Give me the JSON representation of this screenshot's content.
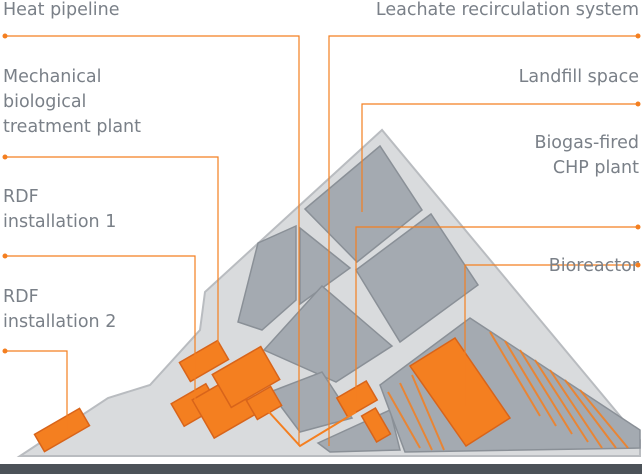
{
  "labels": {
    "heat_pipeline": "Heat pipeline",
    "mbt_plant": "Mechanical\nbiological\ntreatment plant",
    "rdf_installation_1": "RDF\ninstallation 1",
    "rdf_installation_2": "RDF\ninstallation 2",
    "leachate_system": "Leachate recirculation system",
    "landfill_space": "Landfill space",
    "chp_plant": "Biogas-fired\nCHP plant",
    "bioreactor": "Bioreactor"
  },
  "colors": {
    "accent": "#f47f20",
    "accent_dark": "#d8641a",
    "label_text": "#7a8088",
    "site_fill": "#d9dbdd",
    "site_border": "#b9bcc0",
    "cell_fill": "#a4aab1",
    "cell_border": "#8a9097",
    "ground_line": "#4c5258"
  }
}
